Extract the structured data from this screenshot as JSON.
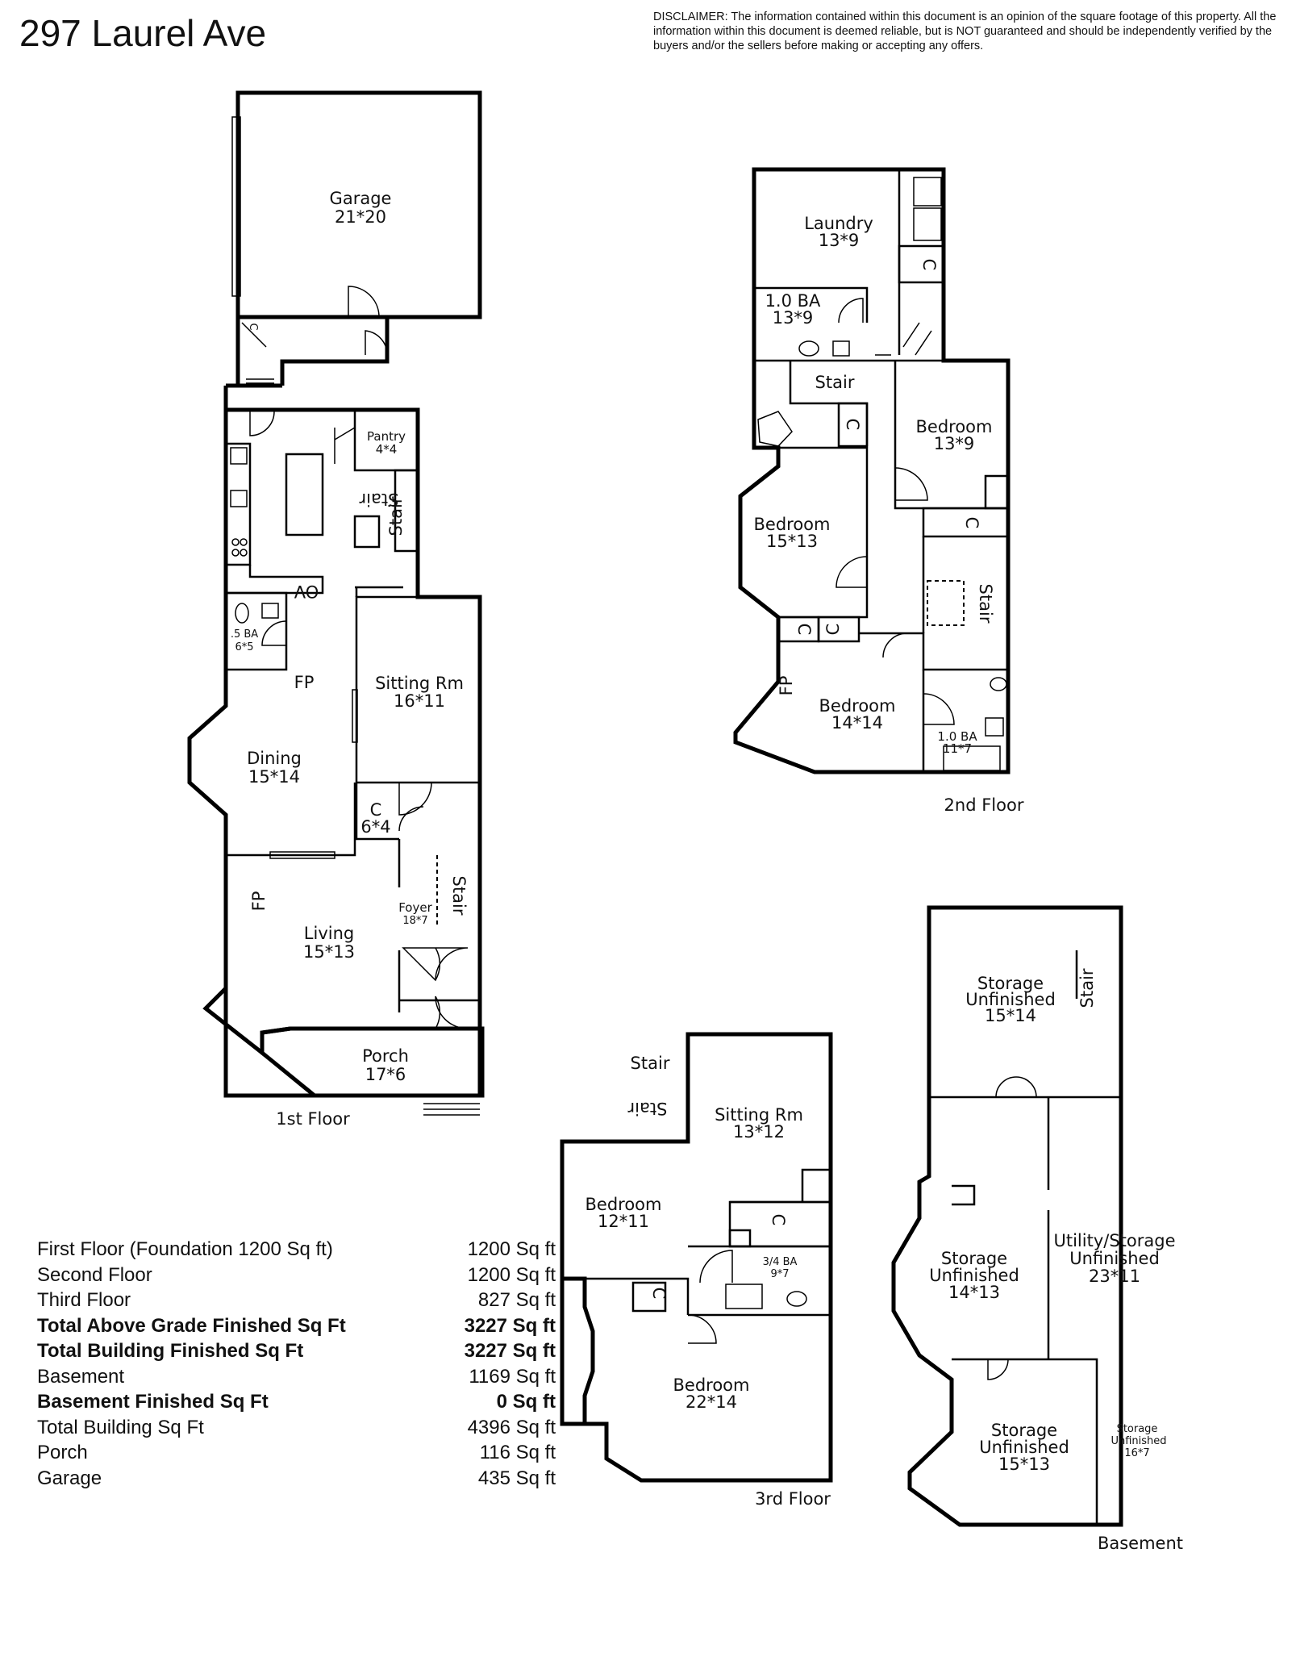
{
  "title": "297 Laurel Ave",
  "disclaimer": "DISCLAIMER: The information contained within this document is an opinion of the square footage of this property. All the information within this document is deemed reliable, but is NOT guaranteed and should be independently verified by the buyers and/or the sellers before making or accepting any offers.",
  "floors": {
    "first": {
      "label": "1st Floor",
      "rooms": {
        "garage": {
          "name": "Garage",
          "dim": "21*20"
        },
        "pantry": {
          "name": "Pantry",
          "dim": "4*4"
        },
        "half_bath": {
          "name": ".5 BA",
          "dim": "6*5"
        },
        "sitting": {
          "name": "Sitting Rm",
          "dim": "16*11"
        },
        "dining": {
          "name": "Dining",
          "dim": "15*14"
        },
        "closet": {
          "name": "C",
          "dim": "6*4"
        },
        "foyer": {
          "name": "Foyer",
          "dim": "18*7"
        },
        "living": {
          "name": "Living",
          "dim": "15*13"
        },
        "porch": {
          "name": "Porch",
          "dim": "17*6"
        }
      },
      "marks": {
        "stair": "Stair",
        "fp": "FP",
        "ov": "OV",
        "c": "C"
      }
    },
    "second": {
      "label": "2nd Floor",
      "rooms": {
        "laundry": {
          "name": "Laundry",
          "dim": "13*9"
        },
        "bath_a": {
          "name": "1.0 BA",
          "dim": "13*9"
        },
        "bedroom_a": {
          "name": "Bedroom",
          "dim": "13*9"
        },
        "bedroom_b": {
          "name": "Bedroom",
          "dim": "15*13"
        },
        "bedroom_c": {
          "name": "Bedroom",
          "dim": "14*14"
        },
        "bath_b": {
          "name": "1.0 BA",
          "dim": "11*7"
        }
      },
      "marks": {
        "stair": "Stair",
        "fp": "FP",
        "c": "C"
      }
    },
    "third": {
      "label": "3rd Floor",
      "rooms": {
        "sitting": {
          "name": "Sitting Rm",
          "dim": "13*12"
        },
        "bedroom_a": {
          "name": "Bedroom",
          "dim": "12*11"
        },
        "bath": {
          "name": "3/4 BA",
          "dim": "9*7"
        },
        "bedroom_b": {
          "name": "Bedroom",
          "dim": "22*14"
        }
      },
      "marks": {
        "stair": "Stair",
        "c": "C"
      }
    },
    "basement": {
      "label": "Basement",
      "rooms": {
        "storage_a": {
          "name": "Storage",
          "sub": "Unfinished",
          "dim": "15*14"
        },
        "storage_b": {
          "name": "Storage",
          "sub": "Unfinished",
          "dim": "14*13"
        },
        "utility": {
          "name": "Utility/Storage",
          "sub": "Unfinished",
          "dim": "23*11"
        },
        "storage_c": {
          "name": "Storage",
          "sub": "Unfinished",
          "dim": "15*13"
        },
        "storage_d": {
          "name": "Storage",
          "sub": "Unfinished",
          "dim": "16*7"
        }
      },
      "marks": {
        "stair": "Stair"
      }
    }
  },
  "area_summary": [
    {
      "label": "First Floor (Foundation 1200 Sq ft)",
      "value": "1200 Sq ft",
      "bold": false
    },
    {
      "label": "Second Floor",
      "value": "1200 Sq ft",
      "bold": false
    },
    {
      "label": "Third Floor",
      "value": "827 Sq ft",
      "bold": false
    },
    {
      "label": "Total Above Grade Finished Sq Ft",
      "value": "3227 Sq ft",
      "bold": true
    },
    {
      "label": "Total Building Finished Sq Ft",
      "value": "3227 Sq ft",
      "bold": true
    },
    {
      "label": "Basement",
      "value": "1169 Sq ft",
      "bold": false
    },
    {
      "label": "Basement Finished Sq Ft",
      "value": "0 Sq ft",
      "bold": true
    },
    {
      "label": "Total Building Sq Ft",
      "value": "4396 Sq ft",
      "bold": false
    },
    {
      "label": "Porch",
      "value": "116 Sq ft",
      "bold": false
    },
    {
      "label": "Garage",
      "value": "435 Sq ft",
      "bold": false
    }
  ]
}
